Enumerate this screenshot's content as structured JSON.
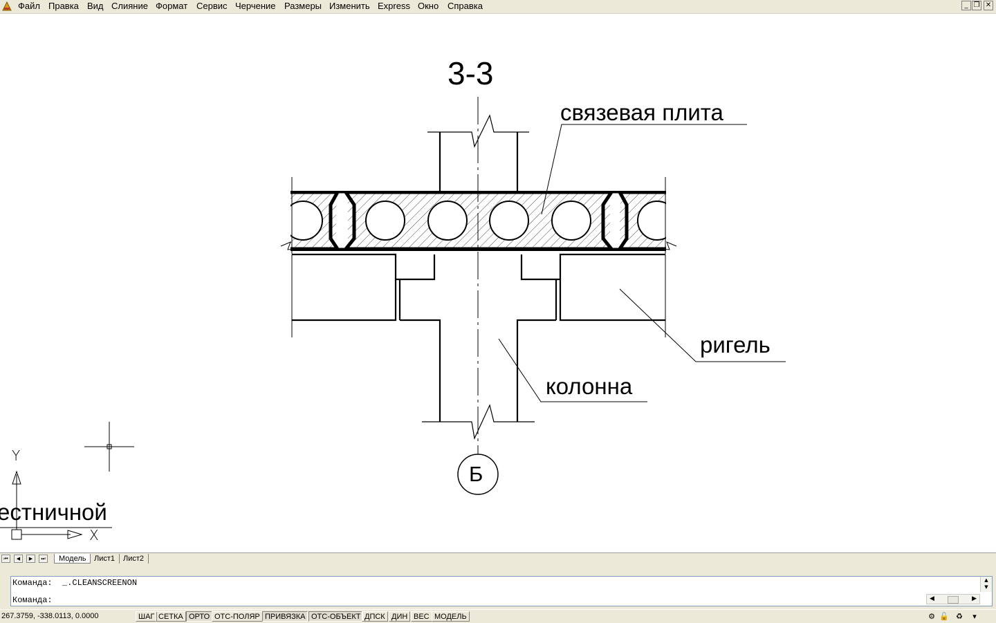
{
  "menu": {
    "items": [
      "Файл",
      "Правка",
      "Вид",
      "Слияние",
      "Формат",
      "Сервис",
      "Черчение",
      "Размеры",
      "Изменить",
      "Express",
      "Окно",
      "Справка"
    ],
    "window_buttons": {
      "minimize": "_",
      "restore": "❐",
      "close": "✕"
    }
  },
  "drawing": {
    "section_title": "3-3",
    "label_slab": "связевая плита",
    "label_beam": "ригель",
    "label_column": "колонна",
    "axis_marker": "Б",
    "partial_text": "естничной",
    "ucs_x": "X",
    "ucs_y": "Y",
    "line_color": "#000000",
    "hatch_color": "#000000"
  },
  "tabs": {
    "nav": [
      "⏮",
      "◀",
      "▶",
      "⏭"
    ],
    "items": [
      "Модель",
      "Лист1",
      "Лист2"
    ],
    "active": "Модель"
  },
  "command": {
    "history": "Команда:  _.CLEANSCREENON",
    "prompt": "Команда:",
    "scroll_up": "▲",
    "scroll_down": "▼",
    "hscroll_left": "◀",
    "hscroll_right": "▶"
  },
  "status": {
    "coords": "267.3759, -338.0113, 0.0000",
    "buttons": [
      "ШАГ",
      "СЕТКА",
      "ОРТО",
      "ОТС-ПОЛЯР",
      "ПРИВЯЗКА",
      "ОТС-ОБЪЕКТ",
      "ДПСК",
      "ДИН",
      "ВЕС",
      "МОДЕЛЬ"
    ],
    "active_buttons": [
      "ОРТО",
      "ПРИВЯЗКА",
      "ОТС-ОБЪЕКТ"
    ],
    "tray": [
      "⚙",
      "🔓",
      "♻",
      "▾"
    ]
  }
}
